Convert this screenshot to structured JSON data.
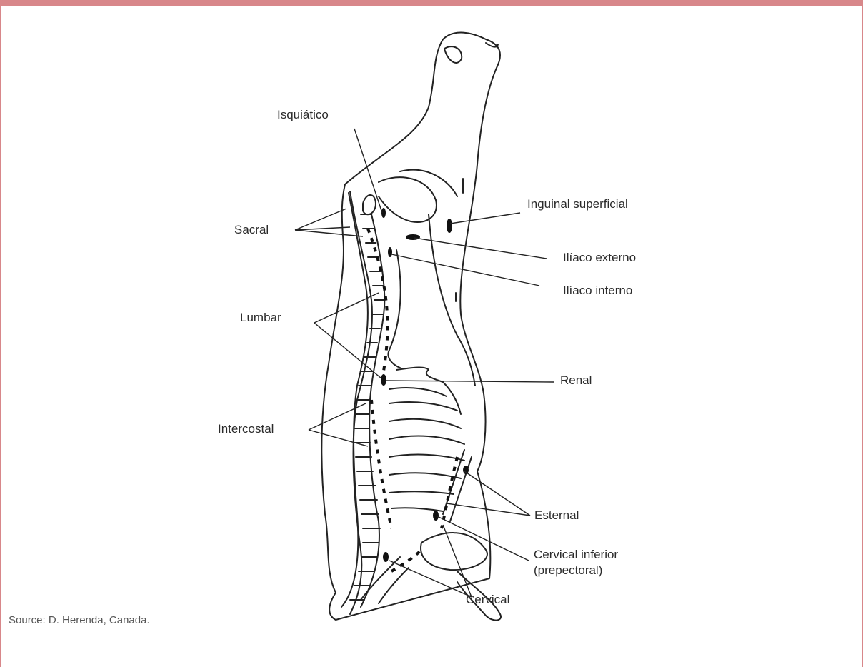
{
  "labels": {
    "isquiatico": "Isquiático",
    "inguinal_superficial": "Inguinal superficial",
    "sacral": "Sacral",
    "iliaco_externo": "Ilíaco externo",
    "iliaco_interno": "Ilíaco interno",
    "lumbar": "Lumbar",
    "renal": "Renal",
    "intercostal": "Intercostal",
    "esternal": "Esternal",
    "cervical_inferior_line1": "Cervical inferior",
    "cervical_inferior_line2": "(prepectoral)",
    "cervical": "Cervical"
  },
  "source": "Source: D. Herenda, Canada.",
  "colors": {
    "frame": "#d8878a",
    "line": "#222222"
  }
}
